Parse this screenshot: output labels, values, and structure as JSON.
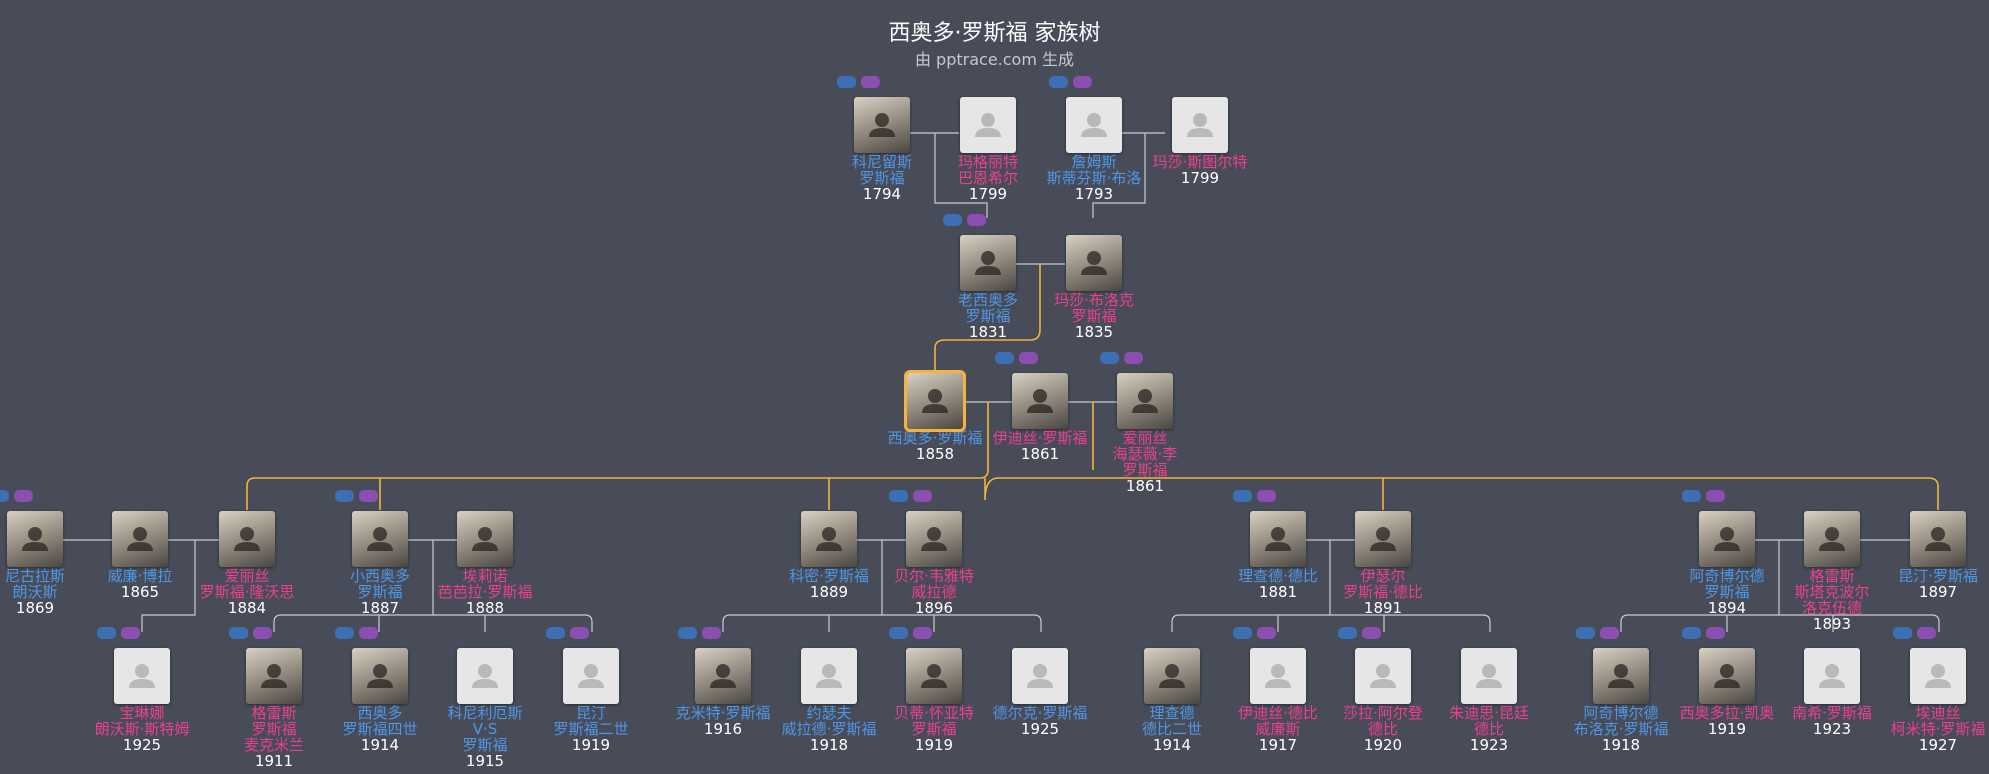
{
  "title": "西奥多·罗斯福 家族树",
  "subtitle": "由 pptrace.com 生成",
  "colors": {
    "male": "#4f97e6",
    "female": "#ee3f8f",
    "ancestor_line": "#f2b43a",
    "line": "#c9ccd2",
    "background": "#474c58"
  },
  "people": [
    {
      "id": "p1",
      "gender": "m",
      "photo": true,
      "name": [
        "科尼留斯",
        "罗斯福"
      ],
      "year": "1794"
    },
    {
      "id": "p2",
      "gender": "f",
      "photo": false,
      "name": [
        "玛格丽特",
        "巴恩希尔"
      ],
      "year": "1799"
    },
    {
      "id": "p3",
      "gender": "m",
      "photo": false,
      "name": [
        "詹姆斯",
        "斯蒂芬斯·布洛"
      ],
      "year": "1793"
    },
    {
      "id": "p4",
      "gender": "f",
      "photo": false,
      "name": [
        "玛莎·斯图尔特"
      ],
      "year": "1799"
    },
    {
      "id": "p5",
      "gender": "m",
      "photo": true,
      "name": [
        "老西奥多",
        "罗斯福"
      ],
      "year": "1831"
    },
    {
      "id": "p6",
      "gender": "f",
      "photo": true,
      "name": [
        "玛莎·布洛克",
        "罗斯福"
      ],
      "year": "1835"
    },
    {
      "id": "p7",
      "gender": "m",
      "photo": true,
      "focus": true,
      "name": [
        "西奥多·罗斯福"
      ],
      "year": "1858"
    },
    {
      "id": "p8",
      "gender": "f",
      "photo": true,
      "name": [
        "伊迪丝·罗斯福"
      ],
      "year": "1861"
    },
    {
      "id": "p9",
      "gender": "f",
      "photo": true,
      "name": [
        "爱丽丝",
        "海瑟薇·李",
        "罗斯福"
      ],
      "year": "1861"
    },
    {
      "id": "c1",
      "gender": "m",
      "photo": true,
      "name": [
        "尼古拉斯",
        "朗沃斯"
      ],
      "year": "1869"
    },
    {
      "id": "c2",
      "gender": "m",
      "photo": true,
      "name": [
        "威廉·博拉"
      ],
      "year": "1865"
    },
    {
      "id": "c3",
      "gender": "f",
      "photo": true,
      "name": [
        "爱丽丝",
        "罗斯福·隆沃思"
      ],
      "year": "1884"
    },
    {
      "id": "c4",
      "gender": "m",
      "photo": true,
      "name": [
        "小西奥多",
        "罗斯福"
      ],
      "year": "1887"
    },
    {
      "id": "c5",
      "gender": "f",
      "photo": true,
      "name": [
        "埃莉诺",
        "芭芭拉·罗斯福"
      ],
      "year": "1888"
    },
    {
      "id": "c6",
      "gender": "m",
      "photo": true,
      "name": [
        "科密·罗斯福"
      ],
      "year": "1889"
    },
    {
      "id": "c7",
      "gender": "f",
      "photo": true,
      "name": [
        "贝尔·韦雅特",
        "威拉德"
      ],
      "year": "1896"
    },
    {
      "id": "c8",
      "gender": "m",
      "photo": true,
      "name": [
        "理查德·德比"
      ],
      "year": "1881"
    },
    {
      "id": "c9",
      "gender": "f",
      "photo": true,
      "name": [
        "伊瑟尔",
        "罗斯福·德比"
      ],
      "year": "1891"
    },
    {
      "id": "c10",
      "gender": "m",
      "photo": true,
      "name": [
        "阿奇博尔德",
        "罗斯福"
      ],
      "year": "1894"
    },
    {
      "id": "c11",
      "gender": "f",
      "photo": true,
      "name": [
        "格雷斯",
        "斯塔克波尔",
        "洛克伍德"
      ],
      "year": "1893"
    },
    {
      "id": "c12",
      "gender": "m",
      "photo": true,
      "name": [
        "昆汀·罗斯福"
      ],
      "year": "1897"
    },
    {
      "id": "g1",
      "gender": "f",
      "photo": false,
      "name": [
        "宝琳娜",
        "朗沃斯·斯特姆"
      ],
      "year": "1925"
    },
    {
      "id": "g2",
      "gender": "f",
      "photo": true,
      "name": [
        "格雷斯",
        "罗斯福",
        "麦克米兰"
      ],
      "year": "1911"
    },
    {
      "id": "g3",
      "gender": "m",
      "photo": true,
      "name": [
        "西奥多",
        "罗斯福四世"
      ],
      "year": "1914"
    },
    {
      "id": "g4",
      "gender": "m",
      "photo": false,
      "name": [
        "科尼利厄斯",
        "V·S",
        "罗斯福"
      ],
      "year": "1915"
    },
    {
      "id": "g5",
      "gender": "m",
      "photo": false,
      "name": [
        "昆汀",
        "罗斯福二世"
      ],
      "year": "1919"
    },
    {
      "id": "g6",
      "gender": "m",
      "photo": true,
      "name": [
        "克米特·罗斯福"
      ],
      "year": "1916"
    },
    {
      "id": "g7",
      "gender": "m",
      "photo": false,
      "name": [
        "约瑟夫",
        "威拉德·罗斯福"
      ],
      "year": "1918"
    },
    {
      "id": "g8",
      "gender": "f",
      "photo": true,
      "name": [
        "贝蒂·怀亚特",
        "罗斯福"
      ],
      "year": "1919"
    },
    {
      "id": "g9",
      "gender": "m",
      "photo": false,
      "name": [
        "德尔克·罗斯福"
      ],
      "year": "1925"
    },
    {
      "id": "g10",
      "gender": "m",
      "photo": true,
      "name": [
        "理查德",
        "德比二世"
      ],
      "year": "1914"
    },
    {
      "id": "g11",
      "gender": "f",
      "photo": false,
      "name": [
        "伊迪丝·德比",
        "威廉斯"
      ],
      "year": "1917"
    },
    {
      "id": "g12",
      "gender": "f",
      "photo": false,
      "name": [
        "莎拉·阿尔登",
        "德比"
      ],
      "year": "1920"
    },
    {
      "id": "g13",
      "gender": "f",
      "photo": false,
      "name": [
        "朱迪思·昆廷",
        "德比"
      ],
      "year": "1923"
    },
    {
      "id": "g14",
      "gender": "m",
      "photo": true,
      "name": [
        "阿奇博尔德",
        "布洛克·罗斯福"
      ],
      "year": "1918"
    },
    {
      "id": "g15",
      "gender": "f",
      "photo": true,
      "name": [
        "西奥多拉·凯奥"
      ],
      "year": "1919"
    },
    {
      "id": "g16",
      "gender": "f",
      "photo": false,
      "name": [
        "南希·罗斯福"
      ],
      "year": "1923"
    },
    {
      "id": "g17",
      "gender": "f",
      "photo": false,
      "name": [
        "埃迪丝",
        "柯米特·罗斯福"
      ],
      "year": "1927"
    }
  ]
}
